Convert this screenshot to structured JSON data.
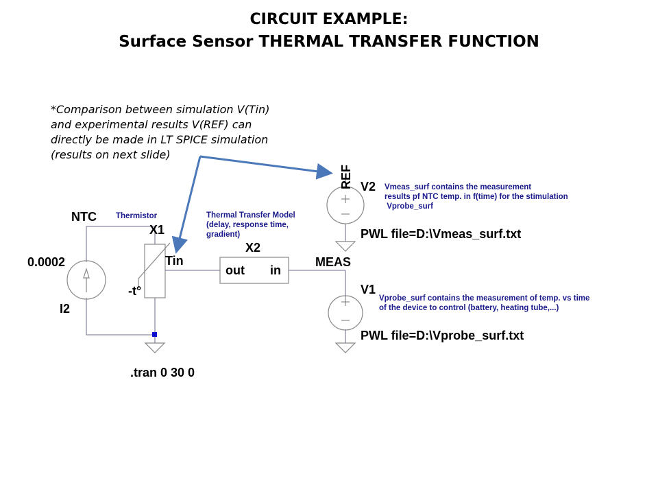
{
  "title": {
    "line1": "CIRCUIT EXAMPLE:",
    "line2": "Surface Sensor THERMAL TRANSFER FUNCTION"
  },
  "note": {
    "lines": [
      "*Comparison between simulation V(Tin)",
      "and experimental results V(REF) can",
      "directly be made in LT SPICE simulation",
      "(results on next slide)"
    ]
  },
  "current_source": {
    "net_label": "NTC",
    "value": "0.0002",
    "name": "I2"
  },
  "thermistor": {
    "comment": "Thermistor",
    "name": "X1",
    "pin_label": "Tin",
    "temp_label": "-t°"
  },
  "thermal_model": {
    "comment_lines": [
      "Thermal Transfer Model",
      "(delay, response time,",
      "gradient)"
    ],
    "name": "X2",
    "pin_out": "out",
    "pin_in": "in"
  },
  "meas_net": "MEAS",
  "v2": {
    "net_label": "REF",
    "name": "V2",
    "comment_lines": [
      "Vmeas_surf contains the measurement",
      "results pf NTC temp. in f(time) for the stimulation",
      " Vprobe_surf"
    ],
    "value": "PWL file=D:\\Vmeas_surf.txt"
  },
  "v1": {
    "name": "V1",
    "comment_lines": [
      "Vprobe_surf contains the measurement of temp. vs time",
      "of the device to control (battery, heating tube,...)"
    ],
    "value": "PWL file=D:\\Vprobe_surf.txt"
  },
  "directive": ".tran 0 30 0",
  "colors": {
    "wire": "#8a8aa8",
    "component": "#888888",
    "arrow": "#4a78b8",
    "comment": "#1a1a8c",
    "junction": "#1010d0"
  }
}
